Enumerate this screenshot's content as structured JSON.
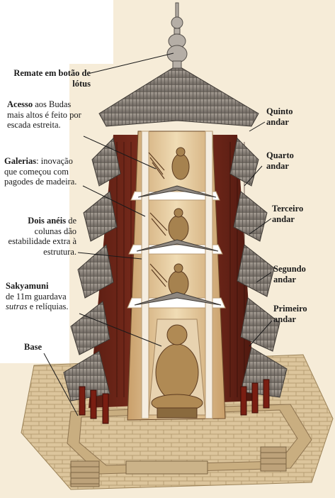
{
  "labels": {
    "finial": {
      "title": "Remate em botão de lótus"
    },
    "access": {
      "bold": "Acesso",
      "rest": " aos Budas mais altos é feito por escada estreita."
    },
    "galleries": {
      "bold": "Galerias",
      "rest": ": inovação que começou com pagodes de madeira."
    },
    "rings": {
      "bold": "Dois anéis",
      "rest": " de colunas dão estabilidade extra à estrutura."
    },
    "sakyamuni": {
      "bold": "Sakyamuni",
      "line2": "de 11m guardava",
      "italic": "sutras",
      "line3_rest": " e relíquias."
    },
    "base": {
      "title": "Base"
    },
    "floor5": {
      "title": "Quinto andar"
    },
    "floor4": {
      "title": "Quarto andar"
    },
    "floor3": {
      "title": "Terceiro andar"
    },
    "floor2": {
      "title": "Segundo andar"
    },
    "floor1": {
      "title": "Primeiro andar"
    }
  },
  "colors": {
    "paper": "#f6ecd8",
    "roof": "#8e8780",
    "roof_dark": "#5f5953",
    "wall": "#7a2a1c",
    "interior": "#e9cfa2",
    "stone": "#d9c39a",
    "ink": "#1a1a1a"
  }
}
